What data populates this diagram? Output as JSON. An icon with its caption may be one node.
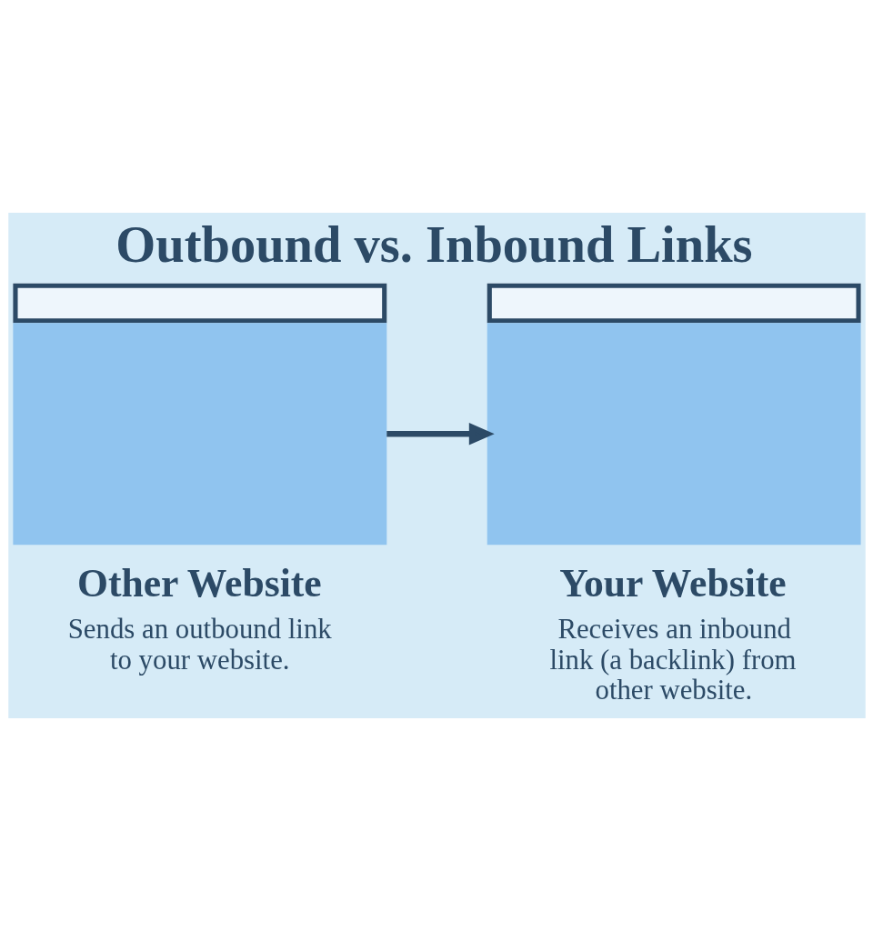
{
  "diagram": {
    "title": "Outbound vs. Inbound Links",
    "nodes": [
      {
        "text": [
          "Other Website",
          "Sends an outbound link to your website."
        ]
      },
      {
        "text": [
          "Your Website",
          "Receives an inbound link (a backlink) from other website."
        ]
      }
    ],
    "edges": [
      {
        "from": 0,
        "to": 1,
        "arrow": "to"
      }
    ]
  }
}
